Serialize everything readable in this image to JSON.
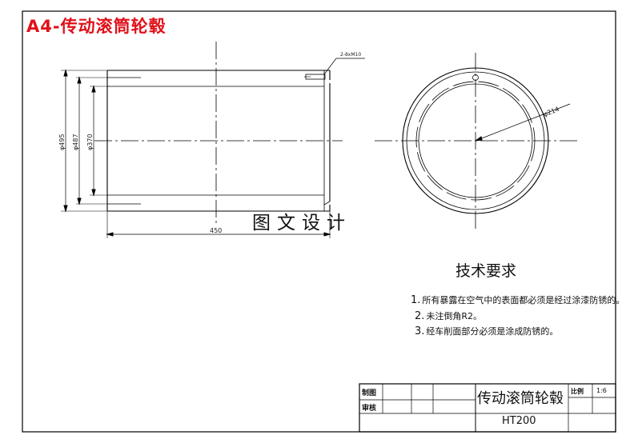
{
  "sheet_title": "A4-传动滚筒轮毂",
  "watermark": "图文设计",
  "dimensions": {
    "outer_diameter": "φ495",
    "mid_diameter": "φ487",
    "inner_diameter": "φ370",
    "length": "450",
    "hole_callout": "2-8xM10",
    "circle_diameter": "φ214"
  },
  "requirements": {
    "title": "技术要求",
    "items": [
      {
        "num": "1.",
        "text": "所有暴露在空气中的表面都必须是经过涂漆防锈的。"
      },
      {
        "num": "2.",
        "text": "未注倒角R2。"
      },
      {
        "num": "3.",
        "text": "经车削面部分必须是涂成防锈的。"
      }
    ]
  },
  "title_block": {
    "label_drawn": "制图",
    "label_checked": "审核",
    "part_name": "传动滚筒轮毂",
    "scale_label": "比例",
    "scale_value": "1:6",
    "material": "HT200"
  }
}
